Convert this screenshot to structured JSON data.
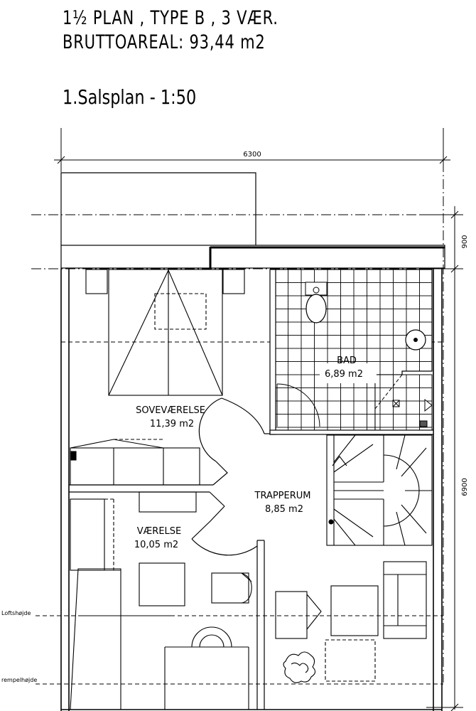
{
  "header": {
    "title_line1": "1½ PLAN , TYPE B , 3 VÆR.",
    "title_line2": "BRUTTOAREAL: 93,44 m2",
    "subtitle": "1.Salsplan - 1:50"
  },
  "dimensions": {
    "width": "6300",
    "depth_top": "900",
    "depth_main": "6900"
  },
  "rooms": {
    "bedroom": {
      "name": "SOVEVÆRELSE",
      "area": "11,39 m2"
    },
    "bathroom": {
      "name": "BAD",
      "area": "6,89 m2"
    },
    "stair": {
      "name": "TRAPPERUM",
      "area": "8,85 m2"
    },
    "room": {
      "name": "VÆRELSE",
      "area": "10,05 m2"
    }
  },
  "side_labels": {
    "loft_height": "Loftshøjde",
    "knee_wall_height": "rempelhøjde"
  },
  "colors": {
    "ink": "#000000",
    "paper": "#ffffff"
  }
}
